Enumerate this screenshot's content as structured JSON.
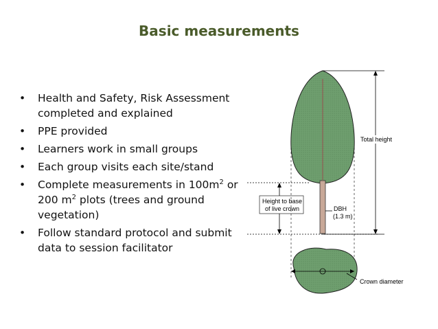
{
  "slide": {
    "title": "Basic measurements",
    "bullets": [
      {
        "text": "Health and Safety, Risk Assessment completed and explained"
      },
      {
        "text": "PPE provided"
      },
      {
        "text": "Learners work in small groups"
      },
      {
        "text": "Each group visits each site/stand"
      },
      {
        "pre": "Complete measurements in 100m",
        "sup1": "2",
        "mid": " or 200 m",
        "sup2": "2",
        "post": " plots (trees and ground vegetation)"
      },
      {
        "text": "Follow standard protocol and submit data to session facilitator"
      }
    ]
  },
  "diagram": {
    "labels": {
      "total_height": "Total height",
      "height_to_base_1": "Height to base",
      "height_to_base_2": "of live crown",
      "dbh_1": "DBH",
      "dbh_2": "(1.3 m)",
      "crown_diameter": "Crown diameter"
    },
    "colors": {
      "crown_fill": "#6f9f6f",
      "trunk_fill": "#c8a898",
      "title_color": "#4a5b2a"
    }
  }
}
